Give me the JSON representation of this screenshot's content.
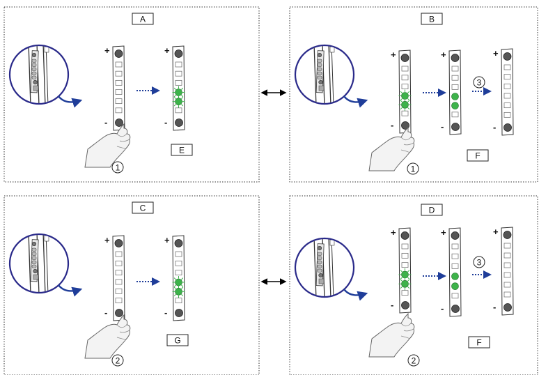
{
  "panels": [
    {
      "id": "A",
      "label": "A",
      "result_label": "E",
      "step": "1",
      "end_step": ""
    },
    {
      "id": "B",
      "label": "B",
      "result_label": "F",
      "step": "1",
      "end_step": "3"
    },
    {
      "id": "C",
      "label": "C",
      "result_label": "G",
      "step": "2",
      "end_step": ""
    },
    {
      "id": "D",
      "label": "D",
      "result_label": "F",
      "step": "2",
      "end_step": "3"
    }
  ],
  "signs": {
    "plus": "+",
    "minus": "-"
  },
  "colors": {
    "led_green": "#3db34a",
    "arrow_blue": "#1f3d99",
    "circle_outline": "#2a2a8a",
    "button_gray": "#555555",
    "border": "#333333"
  }
}
